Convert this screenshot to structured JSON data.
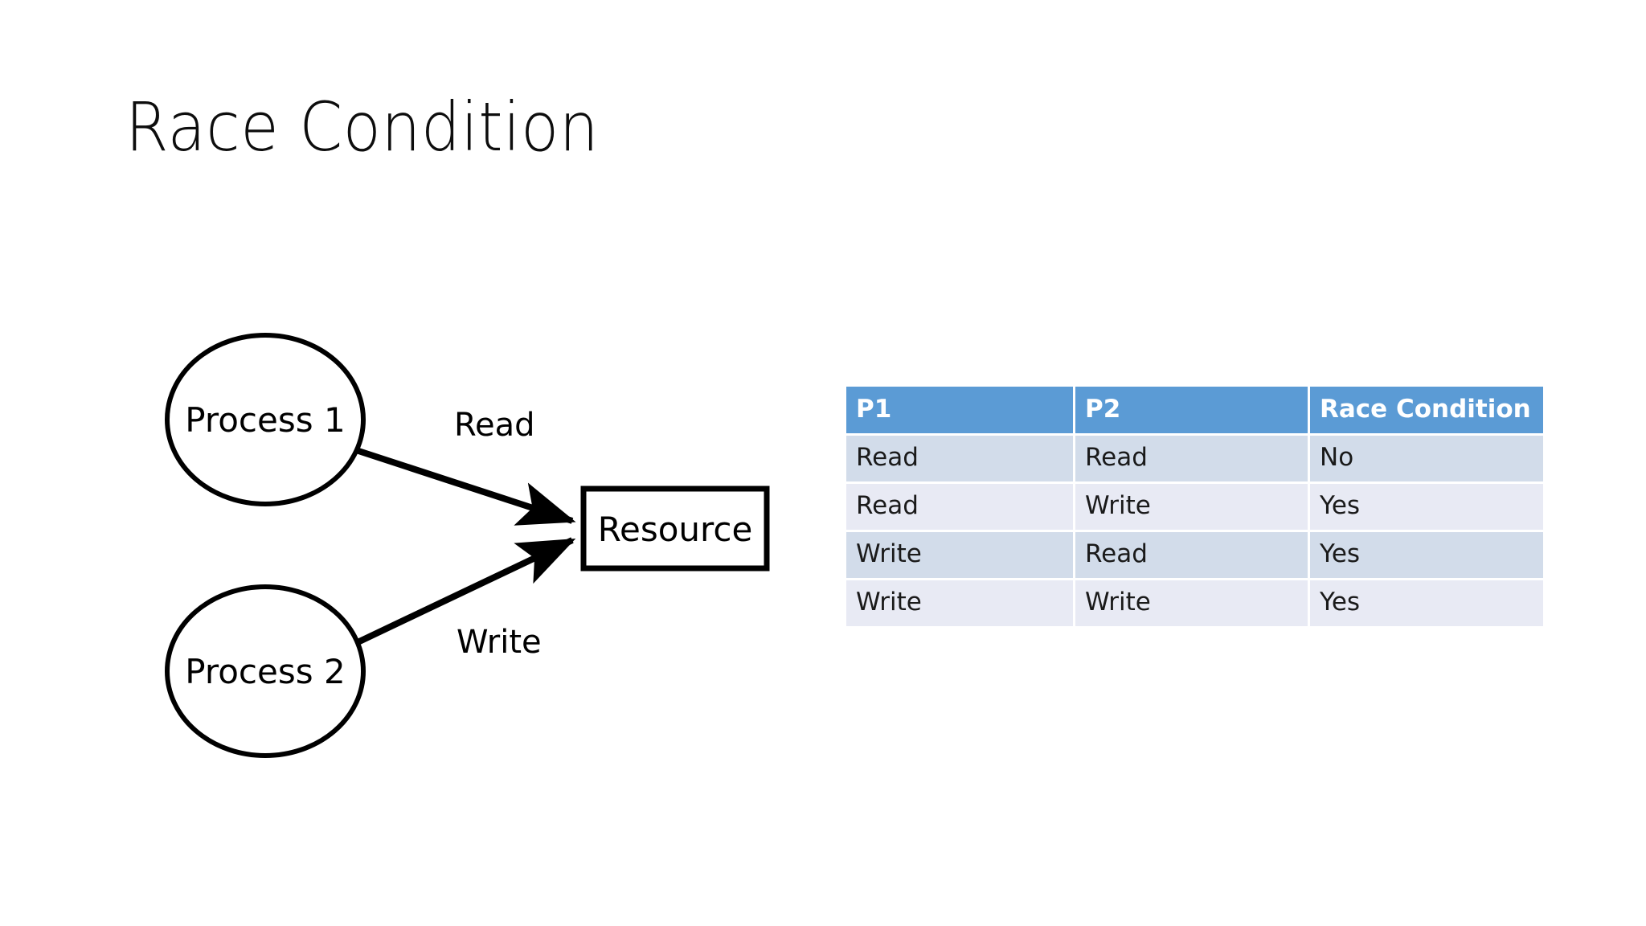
{
  "slide": {
    "title": "Race Condition",
    "background_color": "#ffffff"
  },
  "diagram": {
    "name": "race-condition-diagram",
    "nodes": [
      {
        "id": "process-1",
        "shape": "circle",
        "label": "Process 1"
      },
      {
        "id": "process-2",
        "shape": "circle",
        "label": "Process 2"
      },
      {
        "id": "resource",
        "shape": "rectangle",
        "label": "Resource"
      }
    ],
    "edges": [
      {
        "id": "edge-read",
        "from": "process-1",
        "to": "resource",
        "label": "Read"
      },
      {
        "id": "edge-write",
        "from": "process-2",
        "to": "resource",
        "label": "Write"
      }
    ],
    "stroke_color": "#000000",
    "fill_color": "#ffffff"
  },
  "table": {
    "name": "race-condition-table",
    "header_color": "#5b9bd5",
    "header_text_color": "#ffffff",
    "band_dark_color": "#d2dcea",
    "band_light_color": "#e8eaf4",
    "columns": [
      "P1",
      "P2",
      "Race Condition"
    ],
    "rows": [
      [
        "Read",
        "Read",
        "No"
      ],
      [
        "Read",
        "Write",
        "Yes"
      ],
      [
        "Write",
        "Read",
        "Yes"
      ],
      [
        "Write",
        "Write",
        "Yes"
      ]
    ]
  }
}
